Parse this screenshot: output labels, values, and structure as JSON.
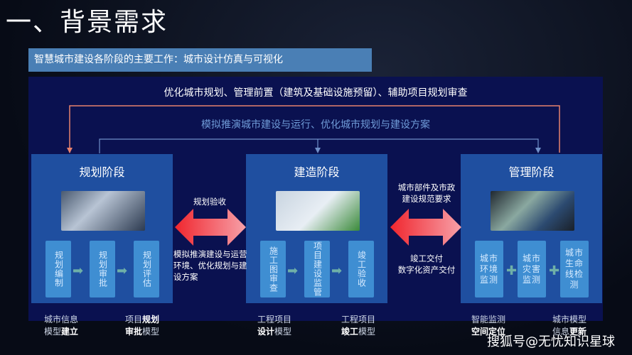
{
  "title": "一、背景需求",
  "subtitle": "智慧城市建设各阶段的主要工作：城市设计仿真与可视化",
  "top_text": "优化城市规划、管理前置（建筑及基础设施预留）、辅助项目规划审查",
  "second_text": "模拟推演城市建设与运行、优化城市规划与建设方案",
  "colors": {
    "orange_line": "#e8826e",
    "blue_line": "#6f8fc8",
    "stage_bg": "#1f4fa0",
    "step_bg": "#3f8ed2",
    "arrow_red": "#f0262e"
  },
  "stages": [
    {
      "title": "规划阶段",
      "steps": [
        "规划编制",
        "规划审批",
        "规划评估"
      ],
      "connector": "arrow-right"
    },
    {
      "title": "建造阶段",
      "steps": [
        "施工图审查",
        "项目建设监管",
        "竣工验收"
      ],
      "connector": "arrow-right"
    },
    {
      "title": "管理阶段",
      "steps": [
        "城市环境监测",
        "城市灾害监测",
        "城市生命线检测"
      ],
      "connector": "plus"
    }
  ],
  "links": [
    {
      "above": "规划验收",
      "below": "模拟推演建设与运营环境、优化规划与建设方案"
    },
    {
      "above": "城市部件及市政建设规范要求",
      "below": "竣工交付\n数字化资产交付"
    }
  ],
  "models": [
    {
      "normal1": "城市信息",
      "normal2": "模型",
      "bold2": "建立"
    },
    {
      "normal1": "项目",
      "bold1": "规划",
      "bold2": "审批",
      "normal2b": "模型"
    },
    {
      "normal1": "工程项目",
      "bold2": "设计",
      "normal2b": "模型"
    },
    {
      "normal1": "工程项目",
      "bold2": "竣工",
      "normal2b": "模型"
    },
    {
      "normal1": "智能监测",
      "bold2": "空间定位"
    },
    {
      "normal1": "城市模型",
      "normal2": "信息",
      "bold2": "更新"
    }
  ],
  "watermark": "搜狐号@无忧知识星球"
}
